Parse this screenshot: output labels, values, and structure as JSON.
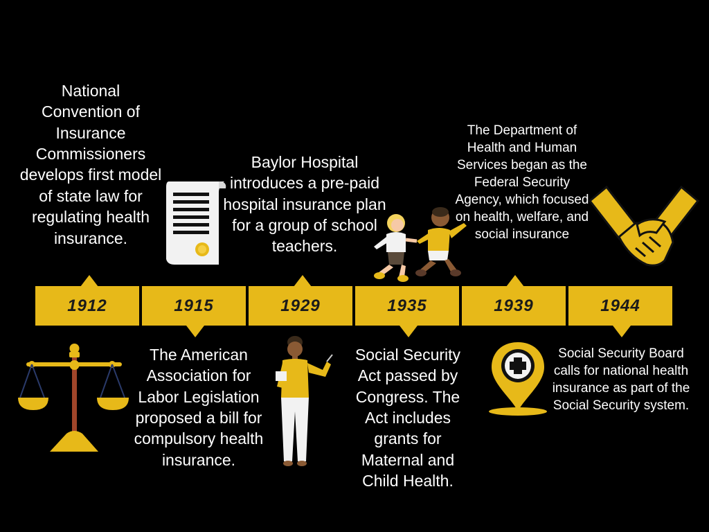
{
  "timeline": {
    "events": [
      {
        "year": "1912",
        "text": "National Convention of Insurance Commissioners develops first model of state law for regulating health insurance.",
        "icon": "scales-icon"
      },
      {
        "year": "1915",
        "text": "The American Association for Labor Legislation proposed a bill for compulsory health insurance.",
        "icon": "document-icon"
      },
      {
        "year": "1929",
        "text": "Baylor Hospital introduces a pre-paid hospital insurance plan for a group of school teachers.",
        "icon": "teacher-icon"
      },
      {
        "year": "1935",
        "text": "Social Security Act passed by Congress. The Act includes grants for Maternal and Child Health.",
        "icon": "children-icon"
      },
      {
        "year": "1939",
        "text": "The Department of Health and Human Services began as the Federal Security Agency, which focused on health, welfare, and social insurance",
        "icon": "medical-pin-icon"
      },
      {
        "year": "1944",
        "text": "Social Security Board calls for national health insurance as part of the Social Security system.",
        "icon": "handshake-icon"
      }
    ]
  },
  "colors": {
    "background": "#000000",
    "accent": "#e7b919",
    "text": "#ffffff",
    "year_text": "#1a1a1a"
  }
}
